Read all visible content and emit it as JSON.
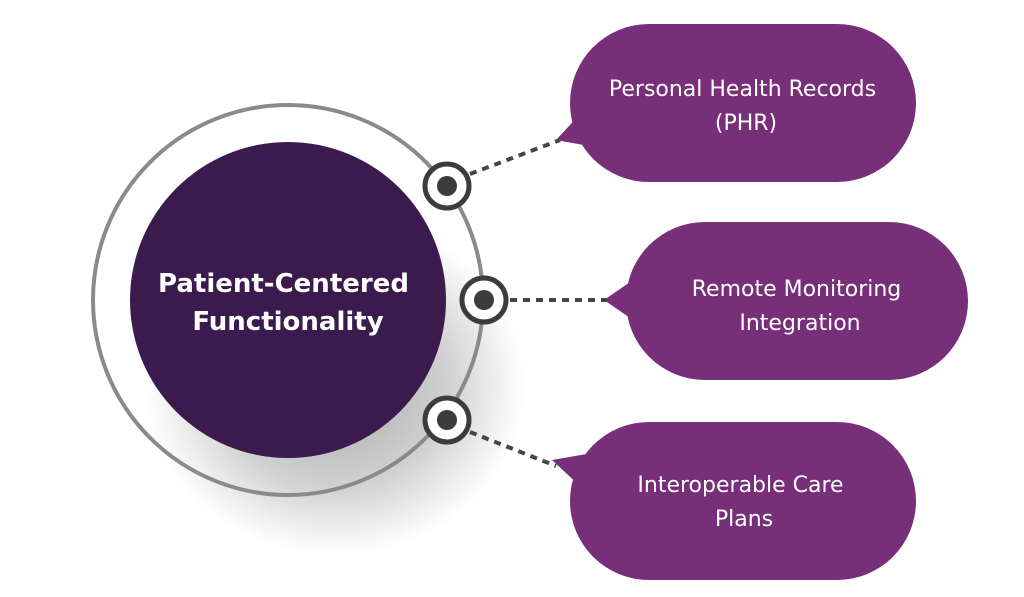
{
  "hub": {
    "title_line1": "Patient-Centered",
    "title_line2": "Functionality"
  },
  "features": [
    {
      "line1": "Personal Health Records",
      "line2": "(PHR)"
    },
    {
      "line1": "Remote Monitoring",
      "line2": "Integration"
    },
    {
      "line1": "Interoperable Care",
      "line2": "Plans"
    }
  ],
  "colors": {
    "hub_fill": "#3b1a4d",
    "bubble_fill": "#762f78",
    "ring_stroke": "#8a8a8a",
    "connector_node": "#3c3c3c",
    "text_light": "#ffffff"
  }
}
